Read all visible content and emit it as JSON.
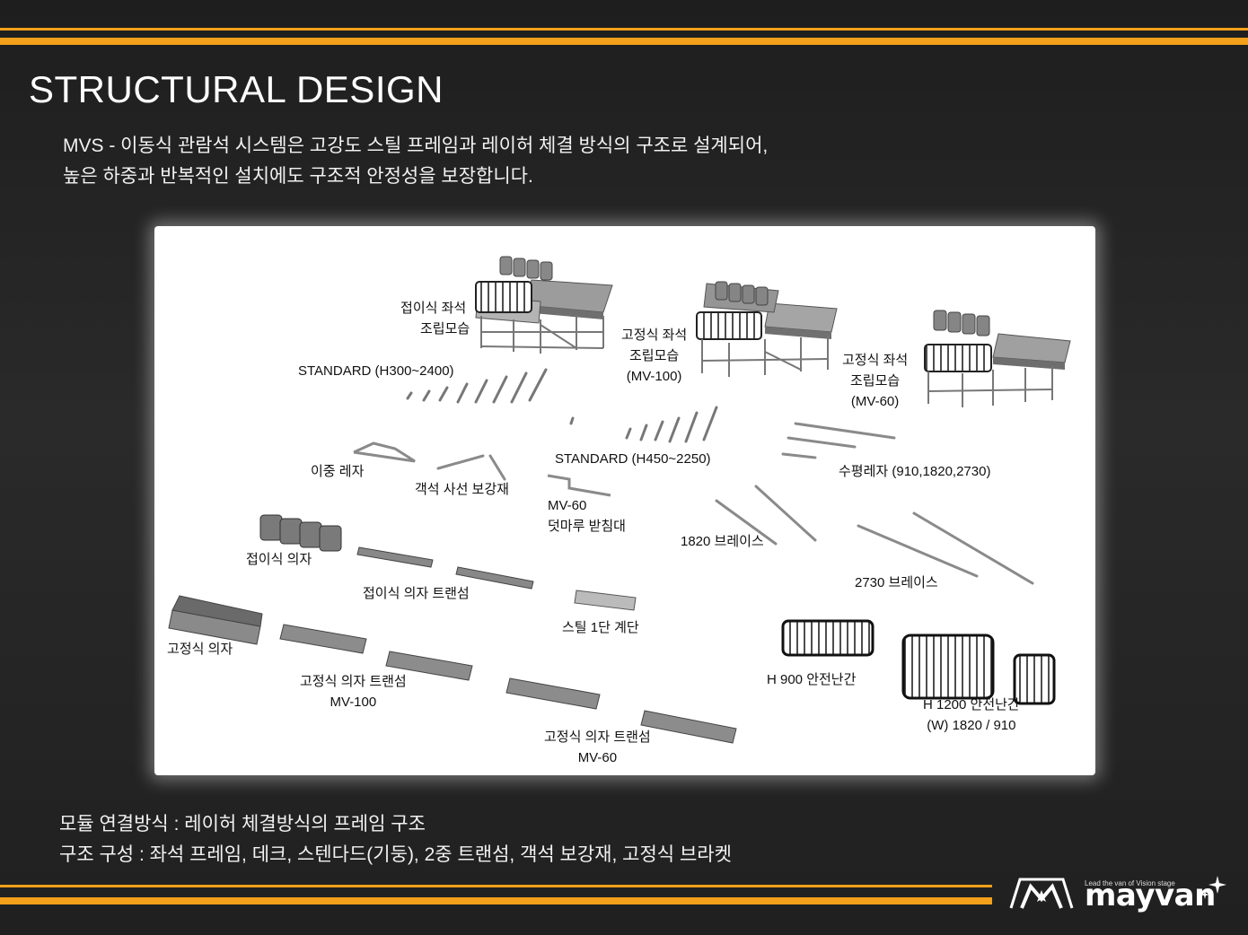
{
  "header": {
    "title": "STRUCTURAL DESIGN",
    "intro_line1": "MVS - 이동식 관람석 시스템은 고강도 스틸 프레임과 레이허 체결 방식의 구조로 설계되어,",
    "intro_line2": "높은 하중과 반복적인 설치에도 구조적 안정성을 보장합니다."
  },
  "diagram": {
    "labels": {
      "folding_assembly": [
        "접이식 좌석",
        "조립모습"
      ],
      "fixed_assembly_100": [
        "고정식 좌석",
        "조립모습",
        "(MV-100)"
      ],
      "fixed_assembly_60": [
        "고정식 좌석",
        "조립모습",
        "(MV-60)"
      ],
      "standard_short": "STANDARD (H300~2400)",
      "standard_long": "STANDARD (H450~2250)",
      "double_ledger": "이중 레자",
      "diagonal_brace": "객석 사선 보강재",
      "mv60_support": [
        "MV-60",
        "덧마루 받침대"
      ],
      "horizontal_ledger": "수평레자 (910,1820,2730)",
      "brace_1820": "1820 브레이스",
      "brace_2730": "2730 브레이스",
      "folding_chair": "접이식 의자",
      "folding_transom": "접이식 의자 트랜섬",
      "steel_step": "스틸 1단 계단",
      "fixed_chair": "고정식 의자",
      "fixed_transom_100": [
        "고정식 의자 트랜섬",
        "MV-100"
      ],
      "fixed_transom_60": [
        "고정식 의자 트랜섬",
        "MV-60"
      ],
      "railing_900": "H 900 안전난간",
      "railing_1200": [
        "H 1200 안전난간",
        "(W) 1820 / 910"
      ]
    }
  },
  "footer": {
    "line1": "모듈 연결방식 : 레이허 체결방식의 프레임 구조",
    "line2": "구조 구성 : 좌석 프레임, 데크, 스텐다드(기둥), 2중 트랜섬, 객석 보강재, 고정식 브라켓"
  },
  "logo": {
    "tagline": "Lead the van of Vision stage",
    "wordmark": "mayvan"
  },
  "colors": {
    "accent": "#f5a01a",
    "background": "#222222",
    "panel": "#ffffff"
  }
}
